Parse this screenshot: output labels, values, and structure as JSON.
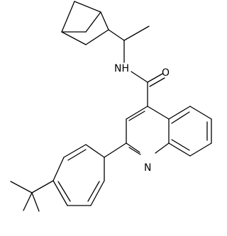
{
  "molecule": {
    "atom_labels": {
      "amide_nitrogen": "NH",
      "carbonyl_oxygen": "O",
      "ring_nitrogen": "N"
    },
    "colors": {
      "bond": "#000000",
      "text": "#000000",
      "background": "#ffffff"
    }
  }
}
